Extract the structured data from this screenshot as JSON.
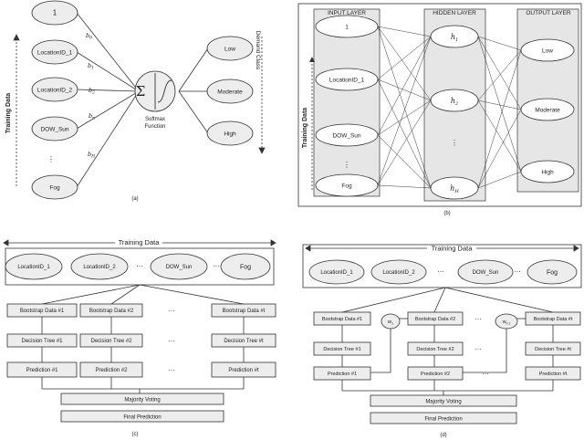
{
  "panel_a": {
    "caption": "(a)",
    "inputs": [
      "1",
      "LocationID_1",
      "LocationID_2",
      "DOW_Sun",
      "⋮",
      "Fog"
    ],
    "weights": [
      "b",
      "b",
      "b",
      "b",
      "b"
    ],
    "weight_subs": [
      "0",
      "1",
      "2",
      "n",
      "H"
    ],
    "sigma": "Σ",
    "function_label_1": "Softmax",
    "function_label_2": "Function",
    "outputs": [
      "Low",
      "Moderate",
      "High"
    ],
    "left_axis_label": "Training Data",
    "right_axis_label": "Demand Class"
  },
  "panel_b": {
    "caption": "(b)",
    "input_header": "INPUT LAYER",
    "hidden_header": "HIDDEN LAYER",
    "output_header": "OUTPUT LAYER",
    "inputs": [
      "1",
      "LocationID_1",
      "DOW_Sun",
      "⋮",
      "Fog"
    ],
    "hidden": [
      "h",
      "h",
      "⋮",
      "h"
    ],
    "hidden_subs": [
      "1",
      "2",
      "",
      "H"
    ],
    "outputs": [
      "Low",
      "Moderate",
      "High"
    ],
    "left_axis_label": "Training Data"
  },
  "panel_c": {
    "caption": "(c)",
    "header": "Training Data",
    "features": [
      "LocationID_1",
      "LocationID_2",
      "···",
      "DOW_Sun",
      "···",
      "Fog"
    ],
    "bootstrap": [
      "Bootstrap Data #1",
      "Bootstrap Data #2",
      "Bootstrap Data #t"
    ],
    "trees": [
      "Decision Tree #1",
      "Decision Tree #2",
      "Decision Tree #t"
    ],
    "predictions": [
      "Prediction #1",
      "Prediction #2",
      "Prediction #t"
    ],
    "dots": "···",
    "majority": "Majority Voting",
    "final": "Final Prediction"
  },
  "panel_d": {
    "caption": "(d)",
    "header": "Training Data",
    "features": [
      "LocationID_1",
      "LocationID_2",
      "···",
      "DOW_Sun",
      "···",
      "Fog"
    ],
    "bootstrap": [
      "Bootstrap Data #1",
      "Bootstrap Data #2",
      "Bootstrap Data #t"
    ],
    "trees": [
      "Decision Tree #1",
      "Decision Tree #2",
      "Decision Tree #t"
    ],
    "predictions": [
      "Prediction #1",
      "Prediction #2",
      "Prediction #t"
    ],
    "dots": "···",
    "weight_1": "w",
    "weight_1_sub": "1",
    "weight_2": "w",
    "weight_2_sub": "t-1",
    "majority": "Majority Voting",
    "final": "Final Prediction"
  }
}
